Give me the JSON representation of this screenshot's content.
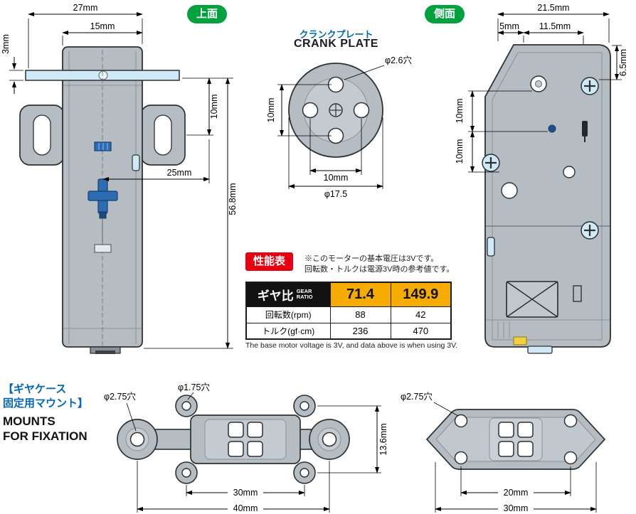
{
  "labels": {
    "top_view": "上面",
    "side_view": "側面"
  },
  "crank": {
    "jp": "クランクプレート",
    "en": "CRANK PLATE",
    "hole": "φ2.6穴",
    "v10": "10mm",
    "h10": "10mm",
    "dia": "φ17.5"
  },
  "dims": {
    "top": {
      "w27": "27mm",
      "w15": "15mm",
      "h3": "3mm",
      "h10": "10mm",
      "w25": "25mm",
      "h568": "56.8mm"
    },
    "side": {
      "w215": "21.5mm",
      "w5": "5mm",
      "w115": "11.5mm",
      "h65": "6.5mm",
      "h10a": "10mm",
      "h10b": "10mm"
    }
  },
  "performance": {
    "badge": "性能表",
    "notes_jp": [
      "※このモーターの基本電圧は3Vです。",
      "回転数・トルクは電源3V時の参考値です。"
    ],
    "note_en": "The base motor voltage is 3V, and data above is when using 3V.",
    "table": {
      "gear_label_jp": "ギヤ比",
      "gear_label_en": "GEAR RATIO",
      "ratios": [
        "71.4",
        "149.9"
      ],
      "rows": [
        {
          "label": "回転数(rpm)",
          "values": [
            "88",
            "42"
          ]
        },
        {
          "label": "トルク(gf·cm)",
          "values": [
            "236",
            "470"
          ]
        }
      ]
    }
  },
  "mounts": {
    "title": {
      "jp1": "【ギヤケース",
      "jp2": "固定用マウント】",
      "en1": "MOUNTS",
      "en2": "FOR FIXATION"
    },
    "left": {
      "hole_big": "φ2.75穴",
      "hole_small": "φ1.75穴",
      "h136": "13.6mm",
      "w30": "30mm",
      "w40": "40mm"
    },
    "right": {
      "hole": "φ2.75穴",
      "w20": "20mm",
      "w30": "30mm"
    }
  },
  "colors": {
    "accent_green": "#00a23e",
    "accent_red": "#e60012",
    "accent_orange": "#f6ab00",
    "accent_blue": "#0068b7"
  }
}
